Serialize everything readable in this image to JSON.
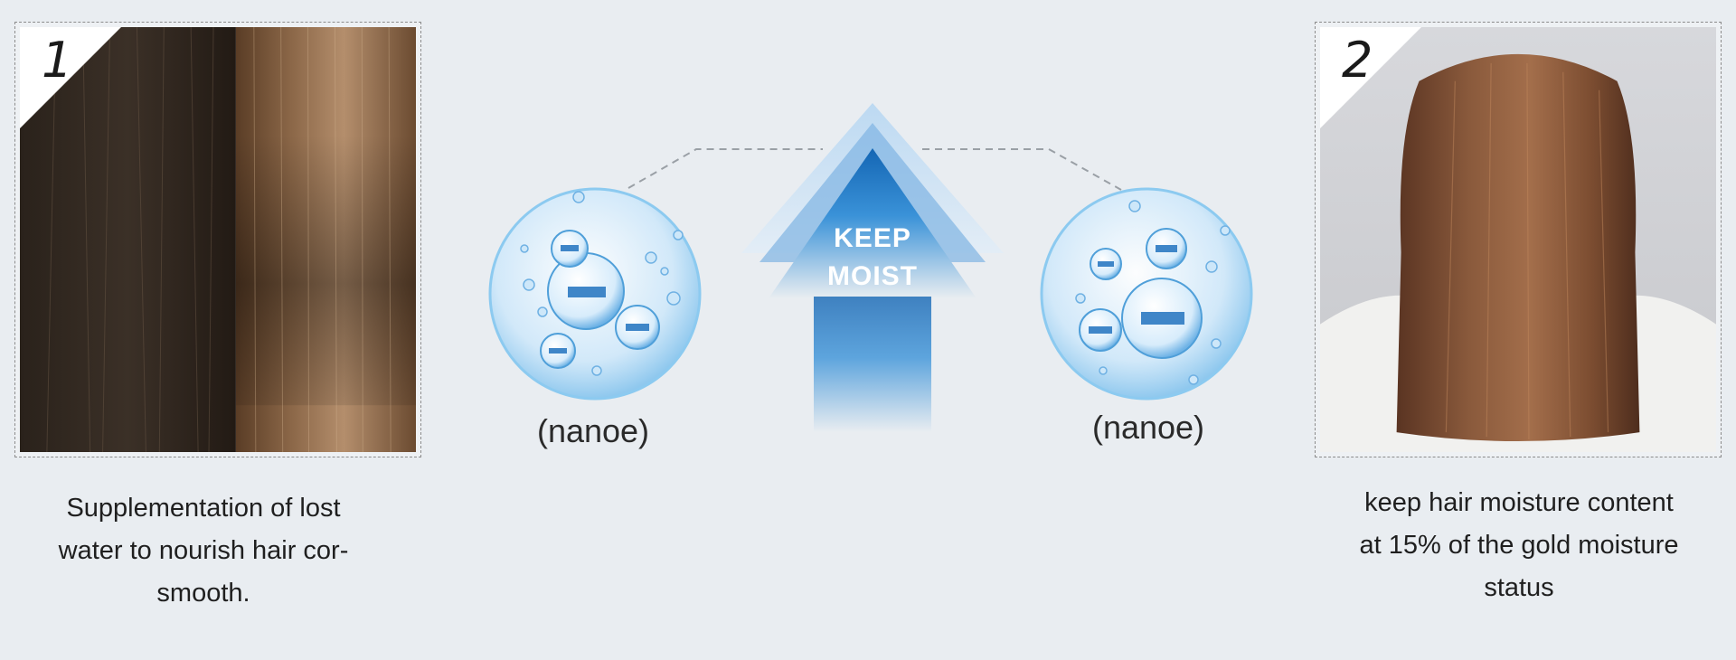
{
  "panels": [
    {
      "number": "1",
      "caption": "Supplementation of lost\nwater to nourish hair cor-\nsmooth."
    },
    {
      "number": "2",
      "caption": "keep  hair moisture content\nat 15% of the gold moisture\nstatus"
    }
  ],
  "center": {
    "arrow_label": "KEEP\nMOIST",
    "left_bubble_label": "(nanoe)",
    "right_bubble_label": "(nanoe)"
  },
  "colors": {
    "background": "#e9edf1",
    "arrow_blue": "#1f78c8",
    "bubble_blue": "#8fc8ee"
  }
}
